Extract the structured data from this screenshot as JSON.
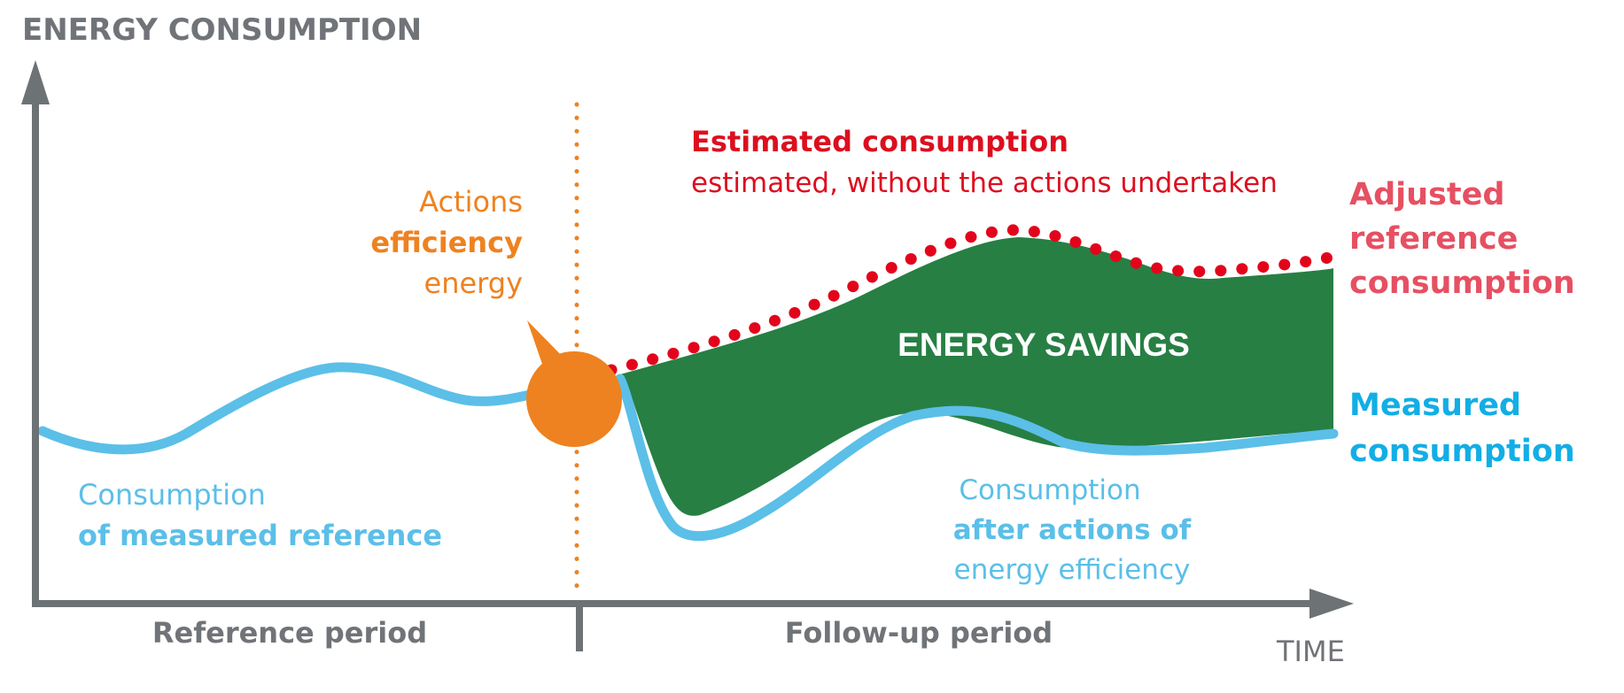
{
  "colors": {
    "axis": "#6d7275",
    "axis_text": "#707478",
    "reference_line": "#5bbfe8",
    "measured_label": "#12aee5",
    "savings_fill": "#277f44",
    "savings_text": "#ffffff",
    "estimated_dots": "#e3041b",
    "estimated_title": "#dc0f1f",
    "adjusted_label": "#e65062",
    "actions_marker": "#ee8220",
    "actions_text": "#ee8220",
    "divider_dots": "#ee8220"
  },
  "axes": {
    "y_label": "ENERGY CONSUMPTION",
    "x_label": "TIME"
  },
  "periods": {
    "reference": "Reference period",
    "follow_up": "Follow-up period"
  },
  "actions": {
    "line1": "Actions",
    "line2": "efficiency",
    "line3": "energy"
  },
  "estimated": {
    "title": "Estimated consumption",
    "subtitle": "estimated, without the actions undertaken"
  },
  "adjusted": {
    "line1": "Adjusted",
    "line2": "reference",
    "line3": "consumption"
  },
  "measured": {
    "line1": "Measured",
    "line2": "consumption"
  },
  "savings": {
    "label": "ENERGY SAVINGS"
  },
  "reference_consumption": {
    "line1": "Consumption",
    "line2": "of measured reference"
  },
  "after_actions": {
    "line1": "Consumption",
    "line2": "after actions of",
    "line3": "energy efficiency"
  },
  "icons": {
    "y_arrow": "arrow-up-icon",
    "x_arrow": "arrow-right-icon",
    "actions_marker": "burst-icon"
  }
}
